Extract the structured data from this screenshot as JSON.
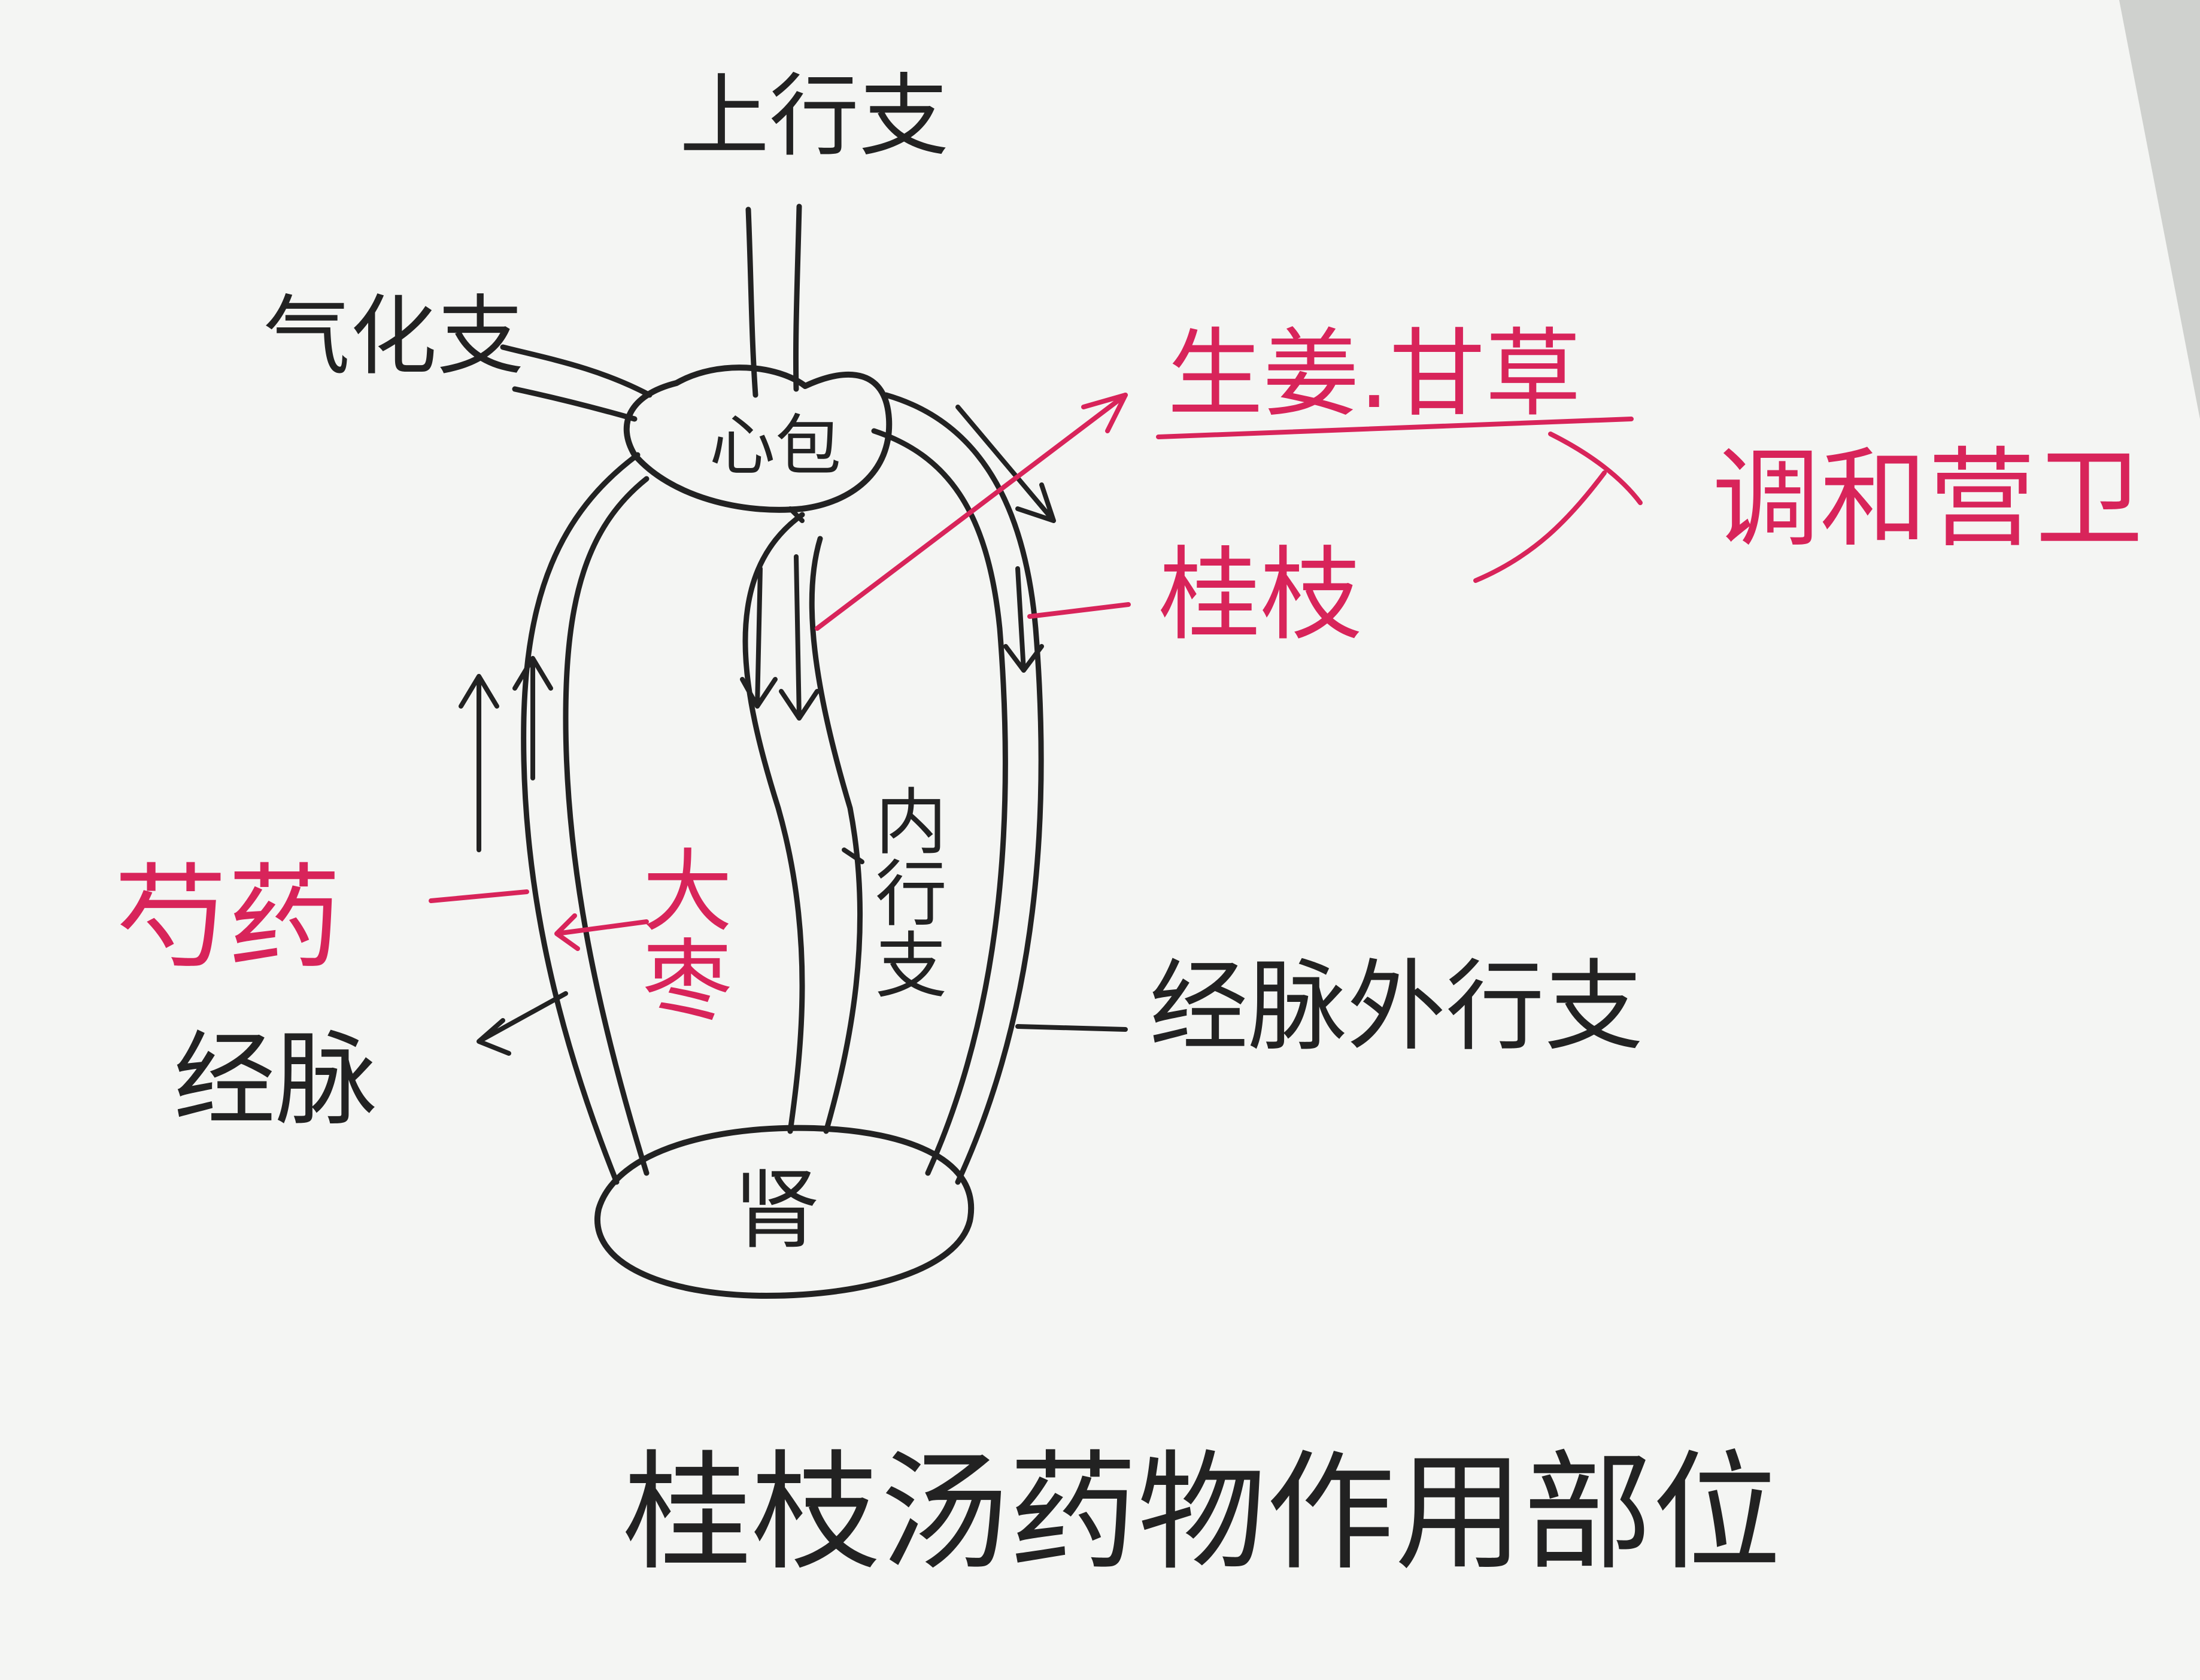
{
  "ink": {
    "black": "#222222",
    "red": "#d8245a"
  },
  "organs": {
    "heart": "心包",
    "kidney": "肾"
  },
  "branches": {
    "ascending": "上行支",
    "qi_transform": "气化支",
    "internal": "内行支",
    "external": "经脉外行支",
    "meridian": "经脉"
  },
  "herbs": {
    "ginger_licorice": "生姜.甘草",
    "cinnamon": "桂枝",
    "harmonize": "调和营卫",
    "peony": "芍药",
    "jujube": "大枣"
  },
  "title": "桂枝汤药物作用部位"
}
